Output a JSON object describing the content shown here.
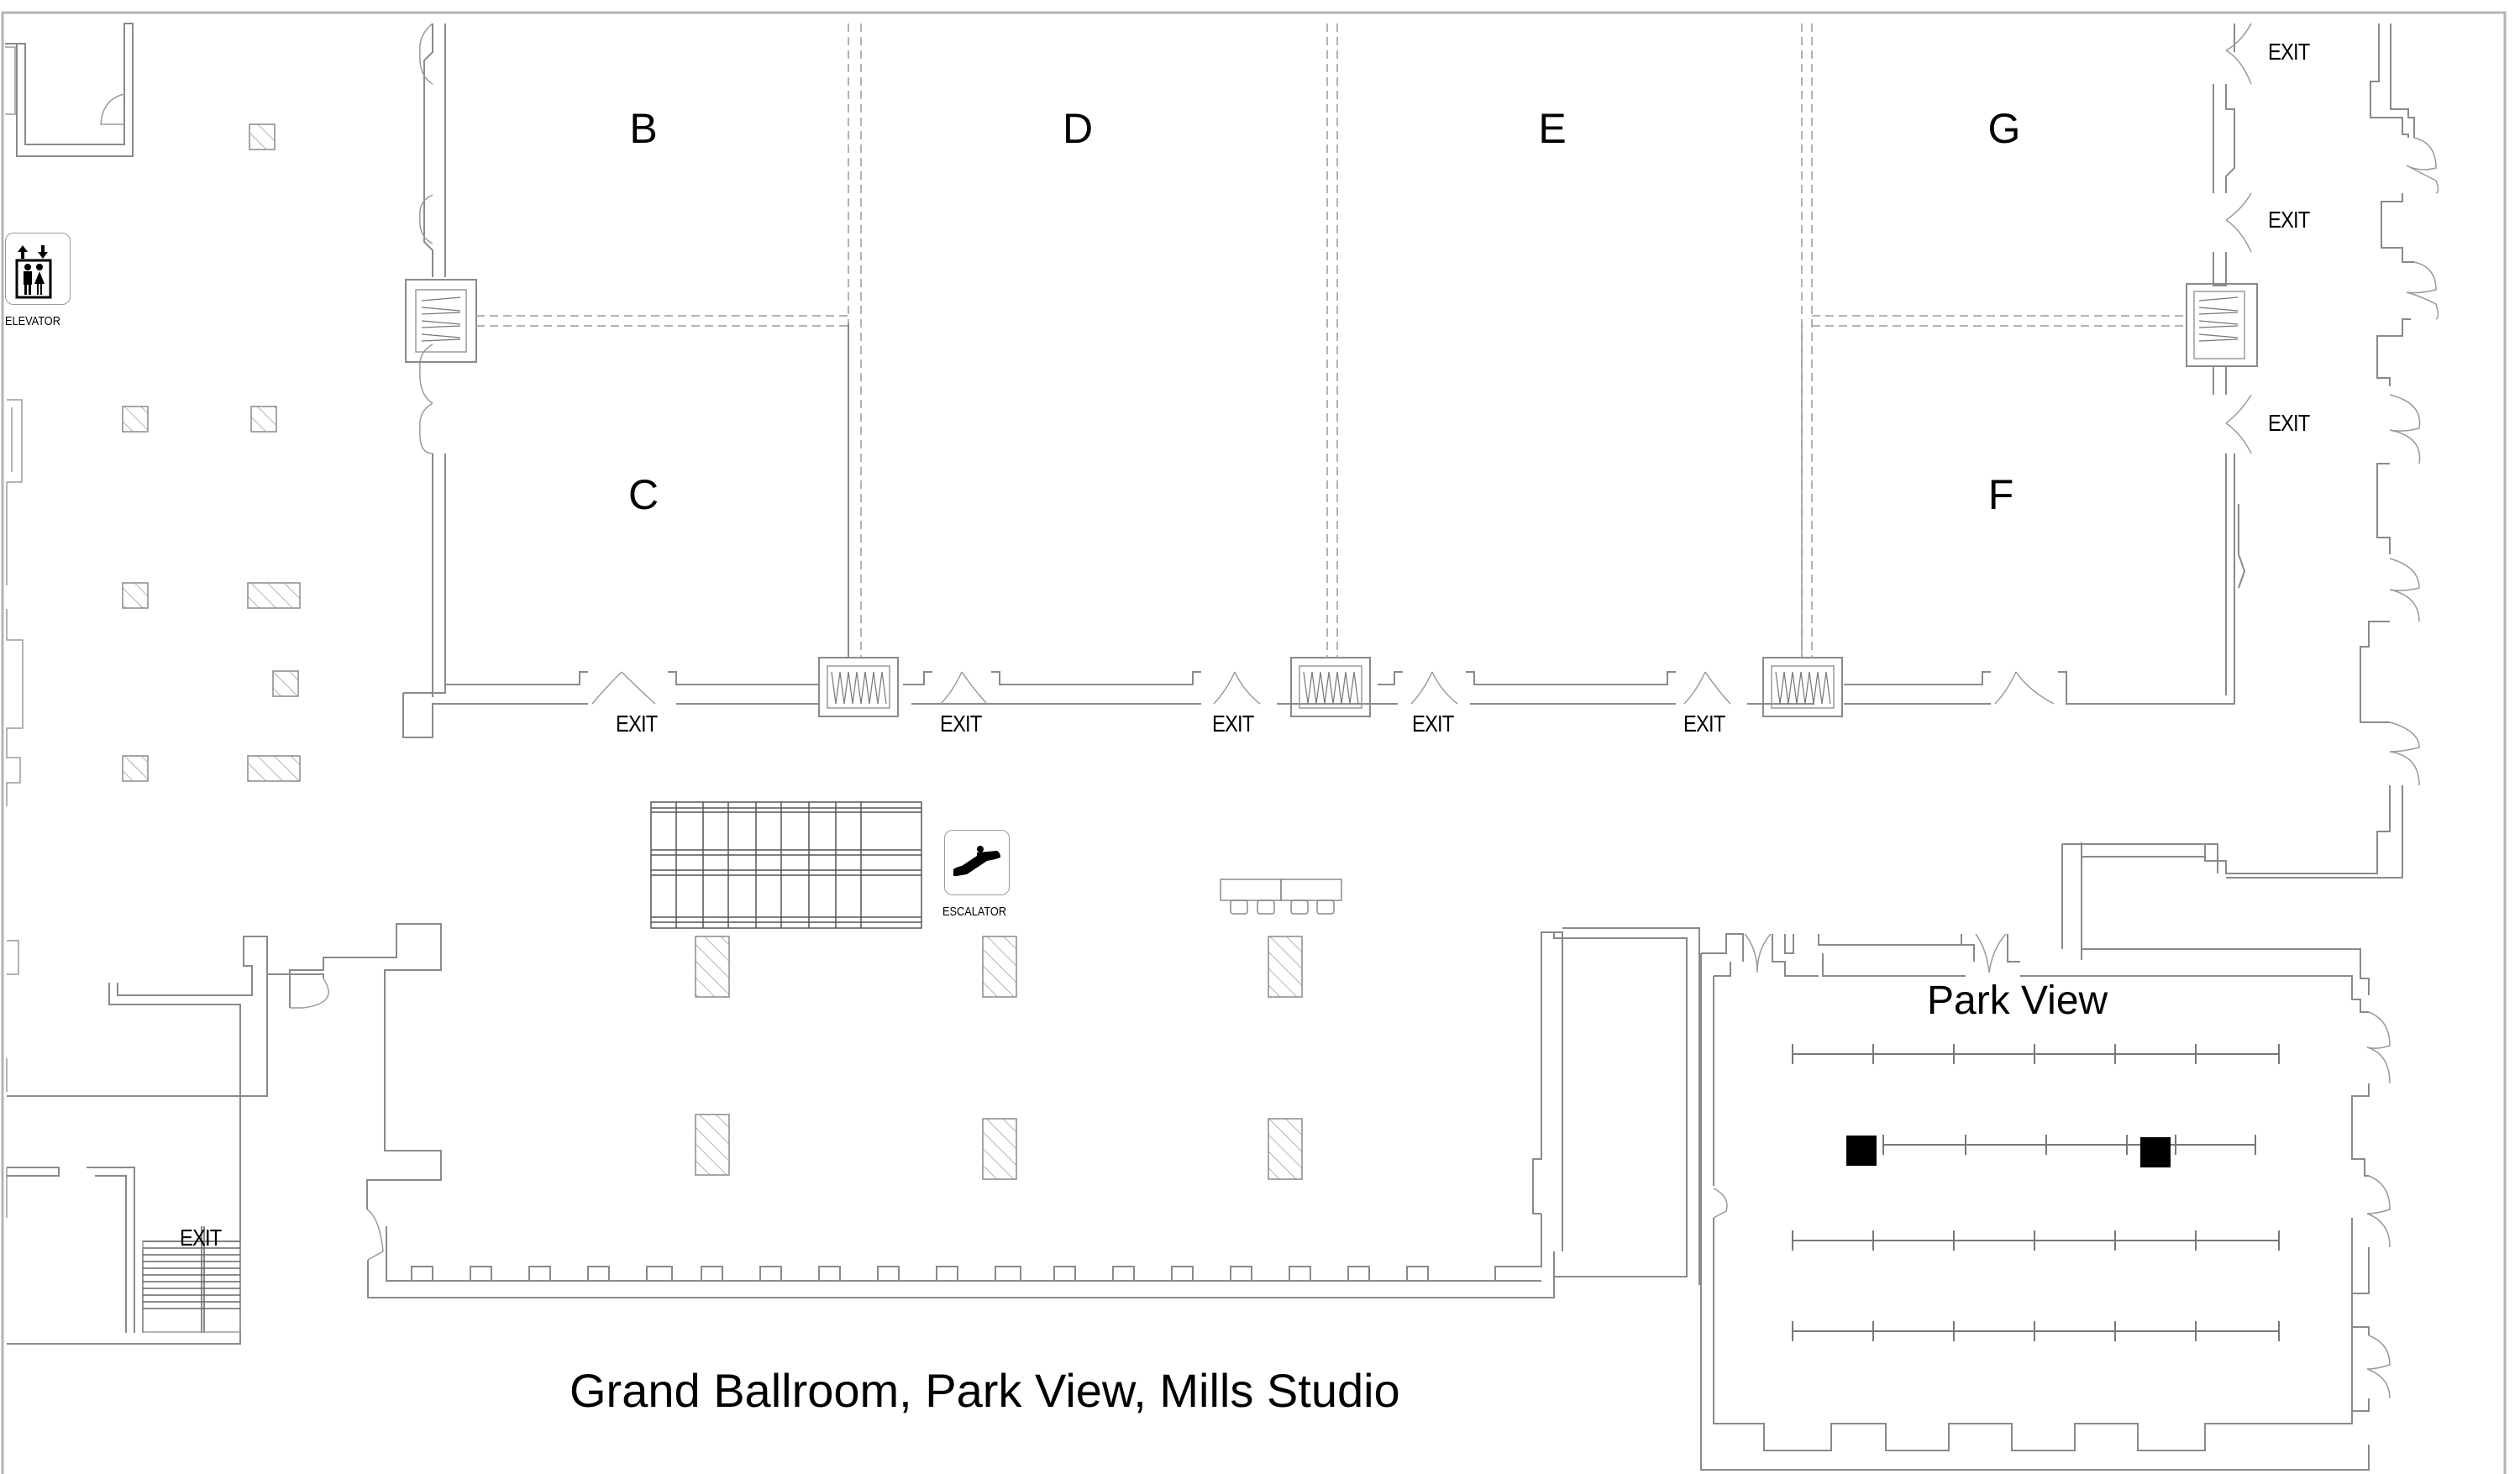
{
  "map": {
    "title": "Grand Ballroom, Park View, Mills Studio",
    "rooms": [
      {
        "id": "B",
        "label": "B"
      },
      {
        "id": "C",
        "label": "C"
      },
      {
        "id": "D",
        "label": "D"
      },
      {
        "id": "E",
        "label": "E"
      },
      {
        "id": "F",
        "label": "F"
      },
      {
        "id": "G",
        "label": "G"
      },
      {
        "id": "park-view",
        "label": "Park View"
      }
    ],
    "exits": {
      "right_1": "EXIT",
      "right_2": "EXIT",
      "right_3": "EXIT",
      "bottom_1": "EXIT",
      "bottom_2": "EXIT",
      "bottom_3": "EXIT",
      "bottom_4": "EXIT",
      "bottom_5": "EXIT",
      "stairwell": "EXIT"
    },
    "amenities": {
      "elevator": {
        "label": "ELEVATOR",
        "icon": "elevator-icon"
      },
      "escalator": {
        "label": "ESCALATOR",
        "icon": "escalator-icon"
      }
    },
    "colors": {
      "wall": "#8a8a8a",
      "text": "#000000",
      "frame": "#b4b4b4",
      "background": "#ffffff"
    }
  }
}
